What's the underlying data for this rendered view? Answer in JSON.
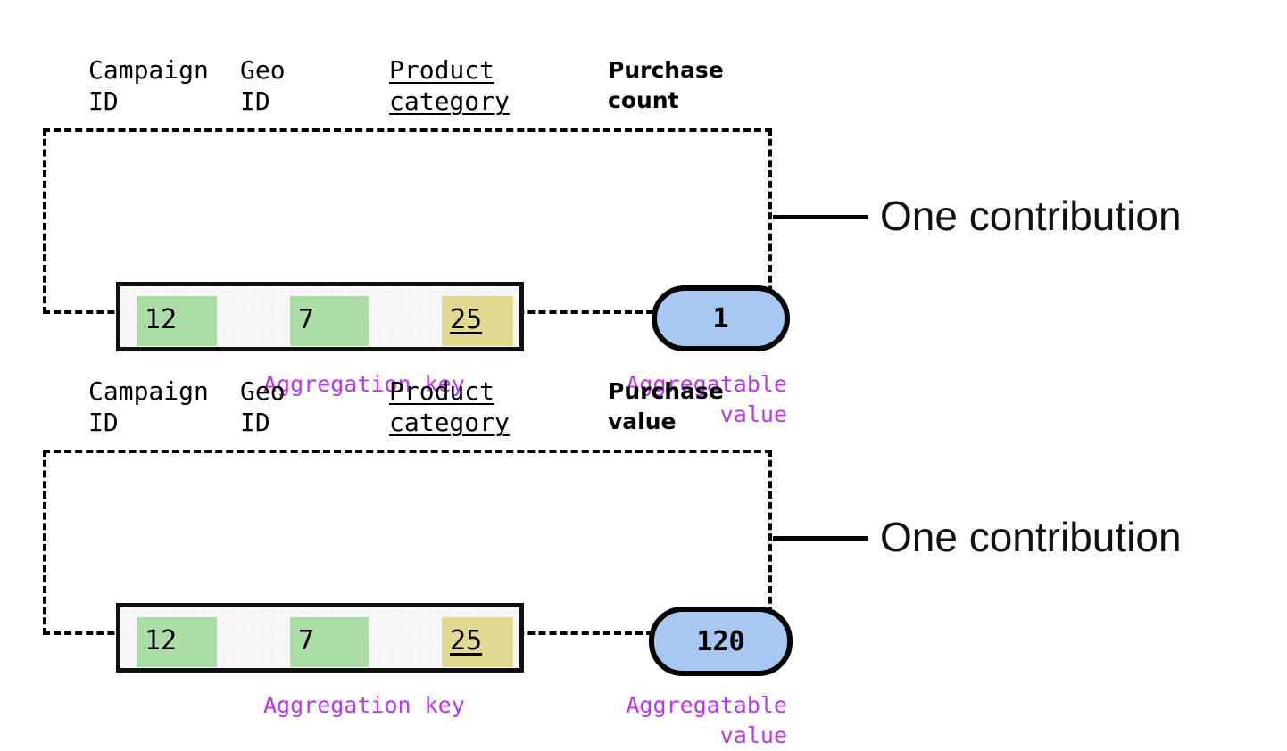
{
  "diagram": {
    "title_implied": "Aggregation key and aggregatable value contributions",
    "colors": {
      "key_cell_green": "#a9dda3",
      "key_cell_yellow": "#e2da93",
      "value_pill_blue": "#a8c8f4",
      "annotation_purple": "#bc36ef",
      "key_box_fill": "#f7f7f7",
      "outline_black": "#000000"
    },
    "blocks": [
      {
        "id": "contribution-purchase-count",
        "headers": {
          "campaign": "Campaign\nID",
          "geo": "Geo\nID",
          "product_line1": "Product",
          "product_line2": "category",
          "metric": "Purchase\ncount"
        },
        "key_cells": [
          {
            "value": "12",
            "color": "green",
            "underlined": false
          },
          {
            "value": "7",
            "color": "green",
            "underlined": false
          },
          {
            "value": "25",
            "color": "yellow",
            "underlined": true
          }
        ],
        "aggregatable_value": "1",
        "annotations": {
          "key": "Aggregation key",
          "value": "Aggregatable\nvalue"
        },
        "callout": "One contribution"
      },
      {
        "id": "contribution-purchase-value",
        "headers": {
          "campaign": "Campaign\nID",
          "geo": "Geo\nID",
          "product_line1": "Product",
          "product_line2": "category",
          "metric": "Purchase\nvalue"
        },
        "key_cells": [
          {
            "value": "12",
            "color": "green",
            "underlined": false
          },
          {
            "value": "7",
            "color": "green",
            "underlined": false
          },
          {
            "value": "25",
            "color": "yellow",
            "underlined": true
          }
        ],
        "aggregatable_value": "120",
        "annotations": {
          "key": "Aggregation key",
          "value": "Aggregatable\nvalue"
        },
        "callout": "One contribution"
      }
    ]
  }
}
